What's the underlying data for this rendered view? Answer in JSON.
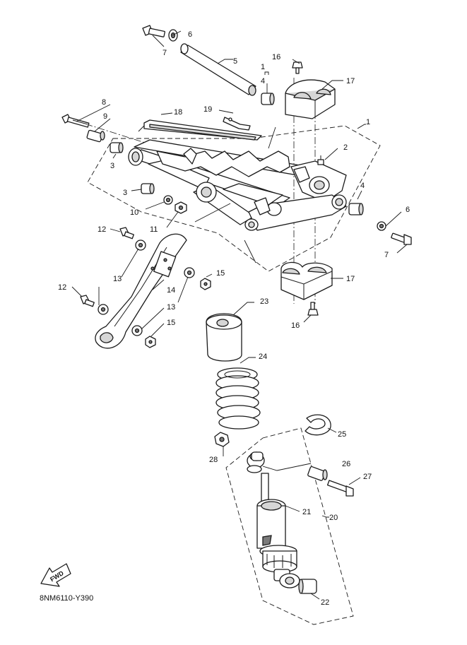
{
  "diagram": {
    "code": "8NM6110-Y390",
    "fwd_label": "FWD",
    "callouts": {
      "c1": "1",
      "c4_group": "1",
      "c4": "4",
      "c2": "2",
      "c3a": "3",
      "c3b": "3",
      "c4b": "4",
      "c5": "5",
      "c6a": "6",
      "c6b": "6",
      "c7a": "7",
      "c7b": "7",
      "c8": "8",
      "c9": "9",
      "c10": "10",
      "c11": "11",
      "c12a": "12",
      "c12b": "12",
      "c13a": "13",
      "c13b": "13",
      "c14": "14",
      "c15a": "15",
      "c15b": "15",
      "c16a": "16",
      "c16b": "16",
      "c17a": "17",
      "c17b": "17",
      "c18": "18",
      "c19": "19",
      "c20": "20",
      "c21": "21",
      "c22": "22",
      "c23": "23",
      "c24": "24",
      "c25": "25",
      "c26": "26",
      "c27": "27",
      "c28": "28"
    }
  }
}
